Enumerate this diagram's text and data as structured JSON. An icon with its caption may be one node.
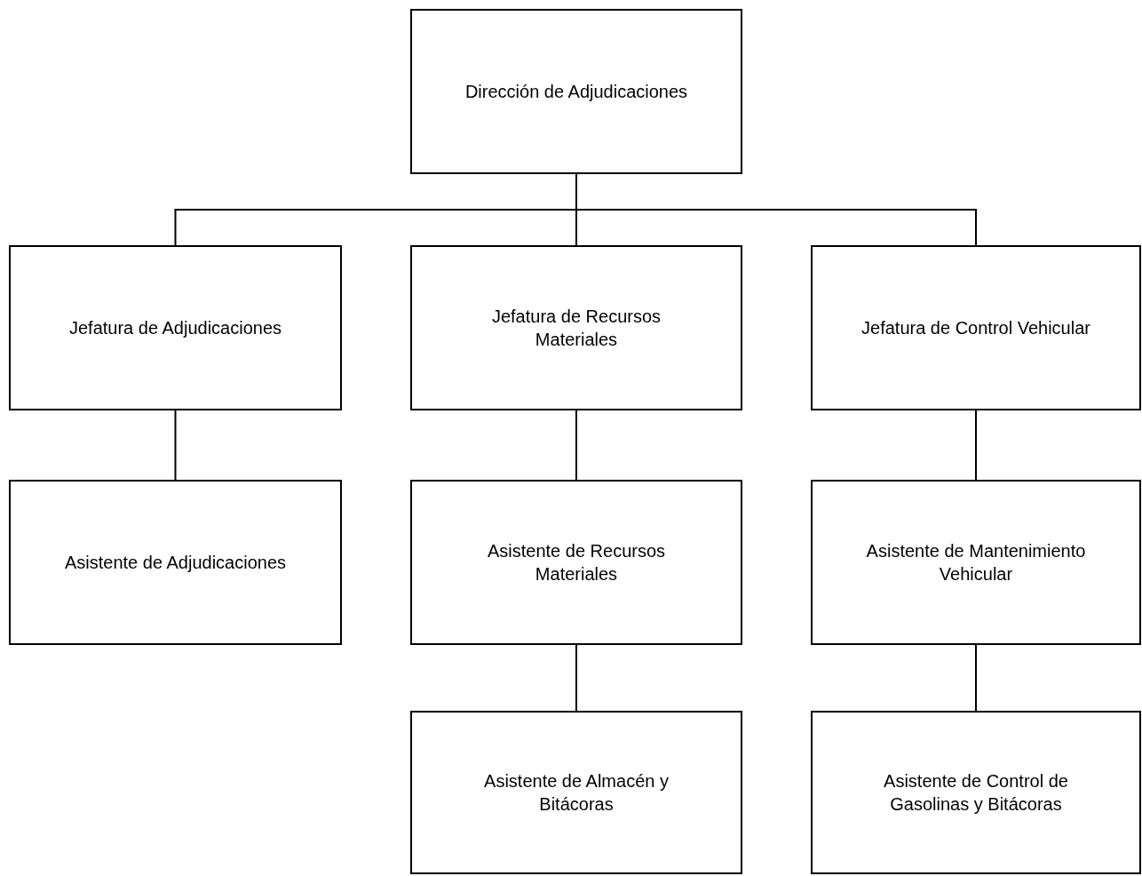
{
  "diagram": {
    "nodes": [
      {
        "text": [
          "Dirección de Adjudicaciones"
        ]
      },
      {
        "text": [
          "Jefatura de Adjudicaciones"
        ]
      },
      {
        "text": [
          "Jefatura de Recursos Materiales"
        ]
      },
      {
        "text": [
          "Jefatura de Control Vehicular"
        ]
      },
      {
        "text": [
          "Asistente de Adjudicaciones"
        ]
      },
      {
        "text": [
          "Asistente de Recursos Materiales"
        ]
      },
      {
        "text": [
          "Asistente de Mantenimiento Vehicular"
        ]
      },
      {
        "text": [
          "Asistente de Almacén y Bitácoras"
        ]
      },
      {
        "text": [
          "Asistente de Control de Gasolinas y Bitácoras"
        ]
      }
    ],
    "edges": [
      {
        "from": 0,
        "to": 1,
        "arrow": "none"
      },
      {
        "from": 0,
        "to": 2,
        "arrow": "none"
      },
      {
        "from": 0,
        "to": 3,
        "arrow": "none"
      },
      {
        "from": 1,
        "to": 4,
        "arrow": "none"
      },
      {
        "from": 2,
        "to": 5,
        "arrow": "none"
      },
      {
        "from": 3,
        "to": 6,
        "arrow": "none"
      },
      {
        "from": 5,
        "to": 7,
        "arrow": "none"
      },
      {
        "from": 6,
        "to": 8,
        "arrow": "none"
      }
    ]
  }
}
